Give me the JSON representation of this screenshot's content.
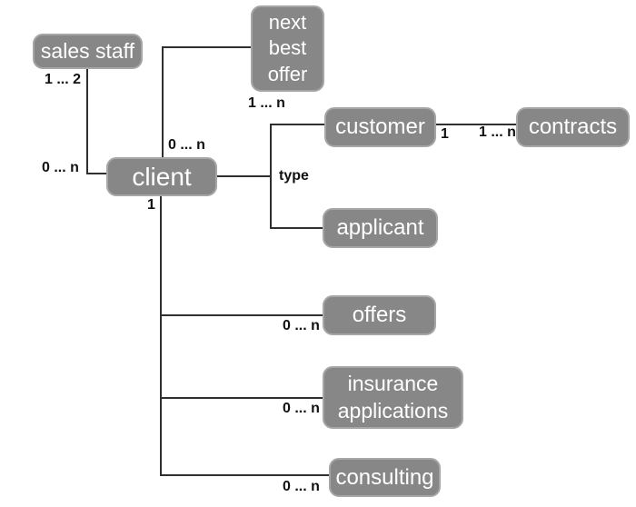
{
  "diagram": {
    "colors": {
      "background": "#ffffff",
      "box_fill": "#878787",
      "box_border": "#a6a6a6",
      "box_text": "#ffffff",
      "line": "#2f2f2f",
      "label_text": "#111111"
    },
    "entities": {
      "sales_staff": "sales staff",
      "next_best_offer": "next\nbest\noffer",
      "client": "client",
      "customer": "customer",
      "contracts": "contracts",
      "applicant": "applicant",
      "offers": "offers",
      "insurance_applications": "insurance\napplications",
      "consulting": "consulting"
    },
    "cardinalities": {
      "sales_staff_side": "1 ... 2",
      "client_sales_staff_side": "0 ... n",
      "client_next_best_offer_side": "0 ... n",
      "next_best_offer_side": "1 ... n",
      "type_label": "type",
      "customer_side": "1",
      "contracts_side": "1 ... n",
      "client_bottom": "1",
      "offers_side": "0 ... n",
      "insurance_applications_side": "0 ... n",
      "consulting_side": "0 ... n"
    }
  }
}
